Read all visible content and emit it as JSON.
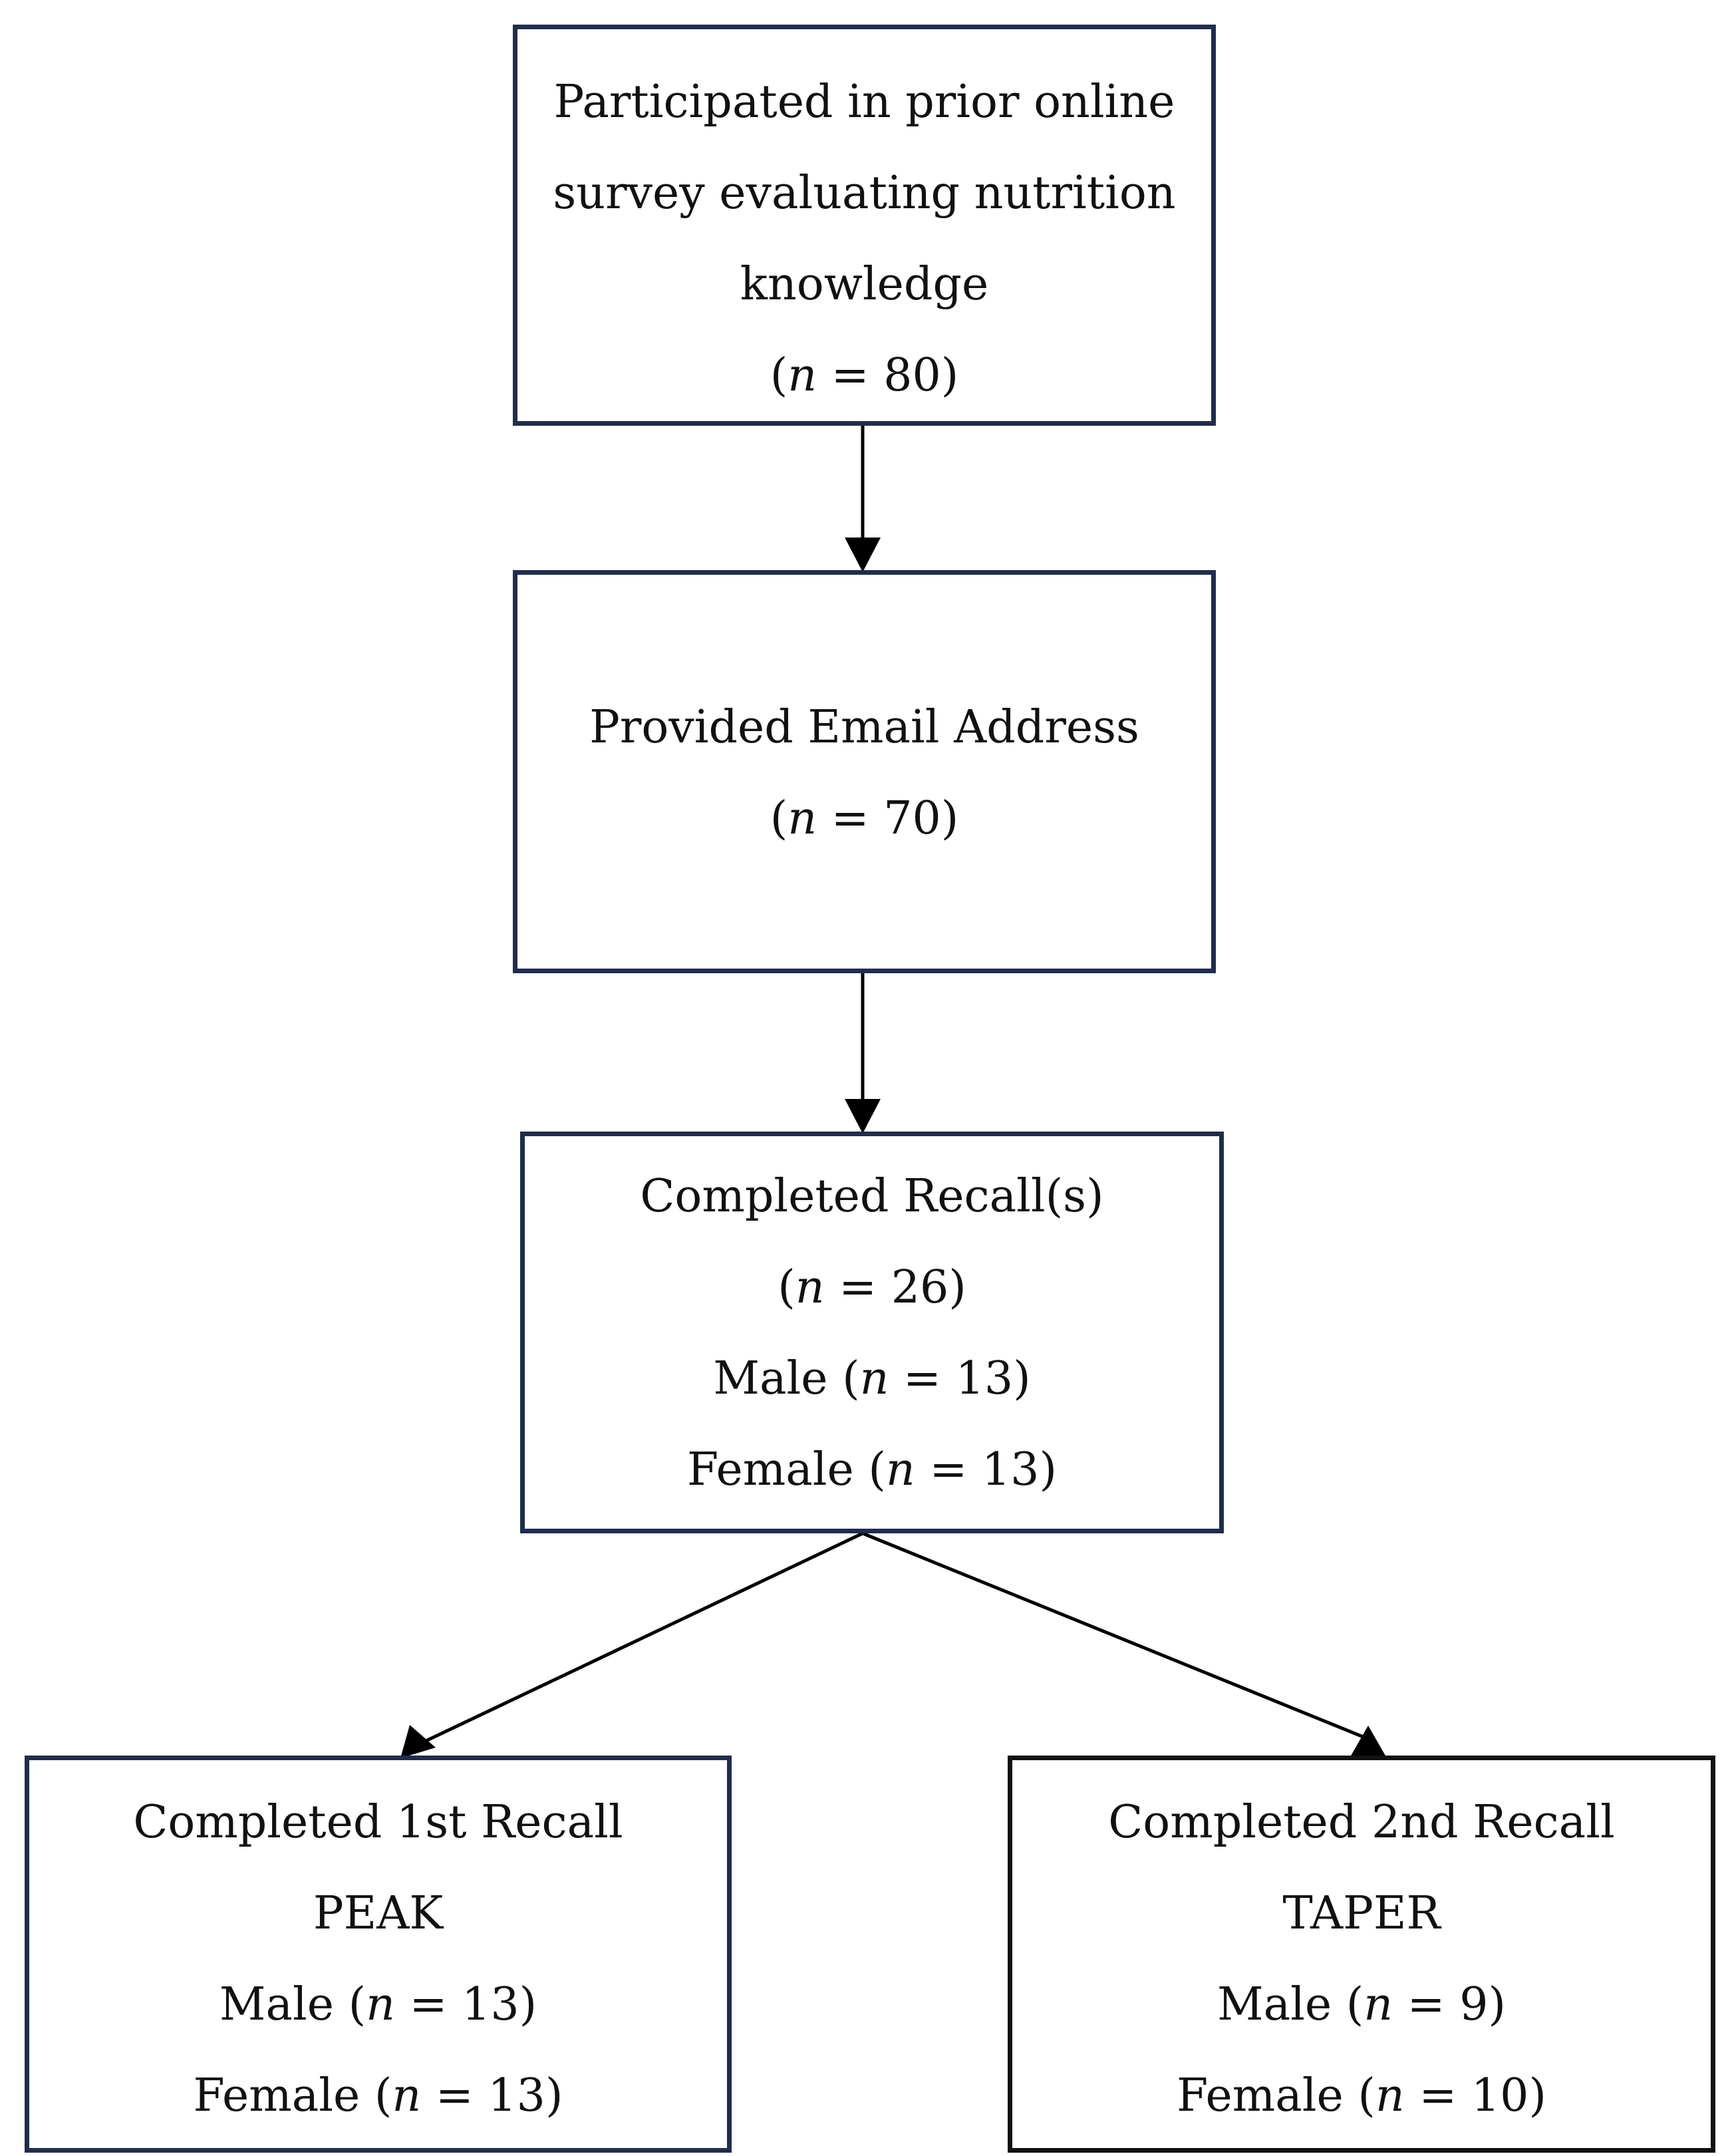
{
  "boxes": {
    "survey": {
      "lines": [
        "Participated in prior online",
        "survey evaluating nutrition",
        "knowledge"
      ],
      "n_var": "n",
      "n_rest": " = 80)"
    },
    "email": {
      "lines": [
        "Provided Email Address"
      ],
      "n_var": "n",
      "n_rest": " = 70)"
    },
    "recall": {
      "title": "Completed Recall(s)",
      "n_var": "n",
      "n_rest": " = 26)",
      "male_prefix": "Male (",
      "male_var": "n",
      "male_rest": " = 13)",
      "female_prefix": "Female (",
      "female_var": "n",
      "female_rest": " = 13)"
    },
    "peak": {
      "title": "Completed 1st Recall",
      "label": "PEAK",
      "male_prefix": "Male (",
      "male_var": "n",
      "male_rest": " = 13)",
      "female_prefix": "Female (",
      "female_var": "n",
      "female_rest": " = 13)"
    },
    "taper": {
      "title": "Completed 2nd Recall",
      "label": "TAPER",
      "male_prefix": "Male (",
      "male_var": "n",
      "male_rest": " = 9)",
      "female_prefix": "Female (",
      "female_var": "n",
      "female_rest": " = 10)"
    }
  },
  "colors": {
    "box_border": "#1f2d4e",
    "taper_border": "#111111",
    "arrow": "#000000"
  }
}
